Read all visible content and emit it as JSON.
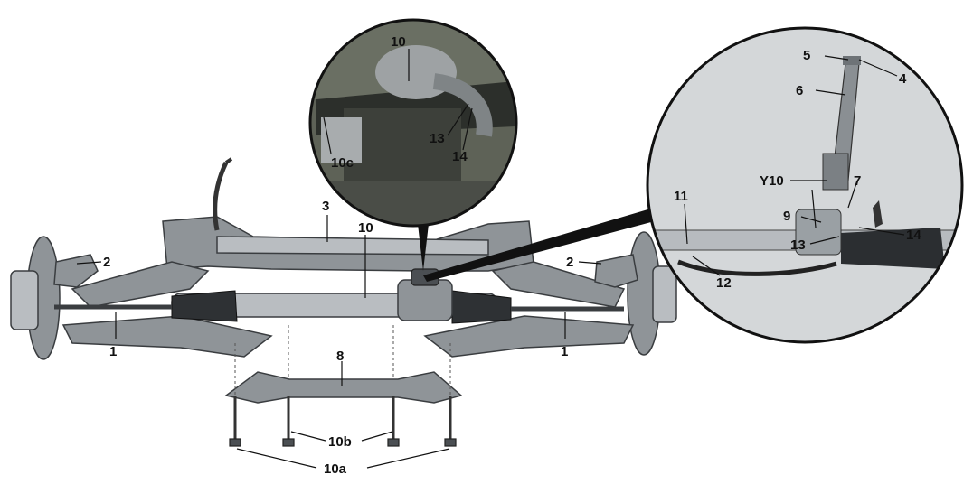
{
  "labels": {
    "n1": "1",
    "n2": "2",
    "n3": "3",
    "n4": "4",
    "n5": "5",
    "n6": "6",
    "n7": "7",
    "n8": "8",
    "n9": "9",
    "n10": "10",
    "n10a": "10a",
    "n10b": "10b",
    "n10c": "10c",
    "n11": "11",
    "n12": "12",
    "n13": "13",
    "n14": "14",
    "y10": "Y10"
  },
  "colors": {
    "detail_bg": "#cfd2d4",
    "inset_bg": "#5e6257",
    "line": "#111111"
  }
}
